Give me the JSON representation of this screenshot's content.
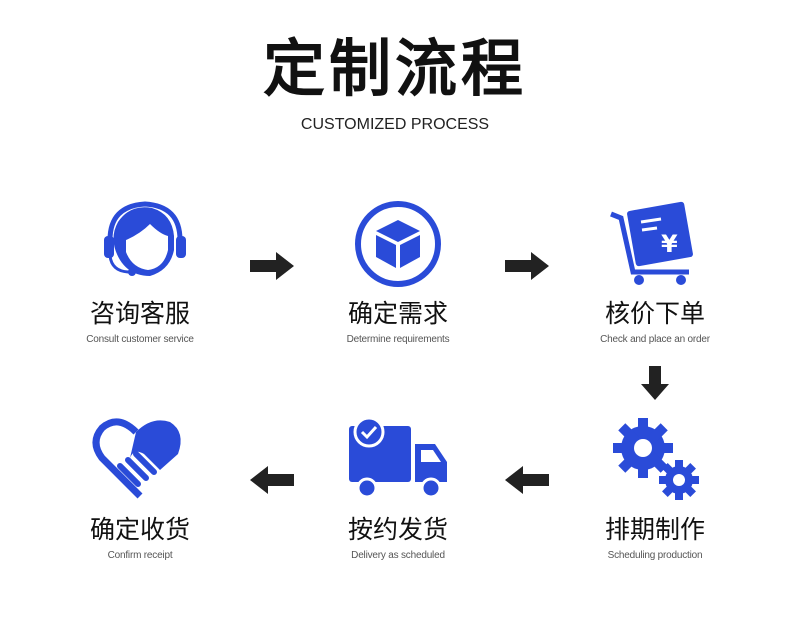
{
  "title": "定制流程",
  "subtitle": "CUSTOMIZED PROCESS",
  "accent_color": "#2a4bd8",
  "steps": [
    {
      "icon": "headset-agent-icon",
      "label": "咨询客服",
      "sub": "Consult customer service"
    },
    {
      "icon": "box-icon",
      "label": "确定需求",
      "sub": "Determine requirements"
    },
    {
      "icon": "cart-yen-icon",
      "label": "核价下单",
      "sub": "Check and place an order"
    },
    {
      "icon": "gears-icon",
      "label": "排期制作",
      "sub": "Scheduling production"
    },
    {
      "icon": "delivery-truck-icon",
      "label": "按约发货",
      "sub": "Delivery as scheduled"
    },
    {
      "icon": "handshake-heart-icon",
      "label": "确定收货",
      "sub": "Confirm receipt"
    }
  ]
}
